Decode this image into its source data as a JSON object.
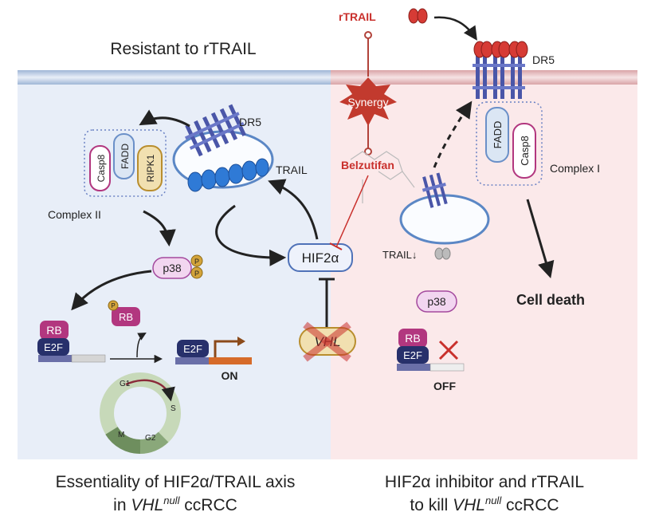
{
  "titles": {
    "left_header": "Resistant to rTRAIL",
    "left_caption_line1": "Essentiality of HIF2α/TRAIL axis",
    "left_caption_line2_pre": "in ",
    "left_caption_line2_vhl": "VHL",
    "left_caption_line2_sup": "null",
    "left_caption_line2_post": " ccRCC",
    "right_caption_line1": "HIF2α inhibitor and rTRAIL",
    "right_caption_line2_pre": "to kill ",
    "right_caption_line2_vhl": "VHL",
    "right_caption_line2_sup": "null",
    "right_caption_line2_post": " ccRCC"
  },
  "left": {
    "dr5": "DR5",
    "trail": "TRAIL",
    "complex_ii": "Complex II",
    "casp8": "Casp8",
    "fadd": "FADD",
    "ripk1": "RIPK1",
    "p38": "p38",
    "phospho": "P",
    "rb": "RB",
    "e2f": "E2F",
    "on": "ON",
    "hif2a": "HIF2α",
    "vhl": "VHL",
    "phase_g1": "G1",
    "phase_s": "S",
    "phase_m": "M",
    "phase_g2": "G2"
  },
  "right": {
    "rtrail": "rTRAIL",
    "synergy": "Synergy",
    "belzutifan": "Belzutifan",
    "dr5": "DR5",
    "fadd": "FADD",
    "casp8": "Casp8",
    "complex_i": "Complex I",
    "trail_down": "TRAIL↓",
    "cell_death": "Cell death",
    "p38": "p38",
    "rb": "RB",
    "e2f": "E2F",
    "off": "OFF"
  },
  "colors": {
    "left_bg": "#e8eef8",
    "right_bg": "#fbe9ea",
    "receptor": "#4a56a8",
    "rtrail_red": "#c9302c",
    "synergy_red": "#c23a2e",
    "rb_magenta": "#b2377f",
    "e2f_navy": "#27306b",
    "p38_fill": "#f2d6f0",
    "p_badge": "#d4a43a",
    "ripk1_fill": "#f1e0b0",
    "fadd_fill": "#dbe6f4",
    "hif_fill": "#eef2fb",
    "cycle_green": "#8aa87a",
    "promoter_orange": "#d66b2a"
  }
}
